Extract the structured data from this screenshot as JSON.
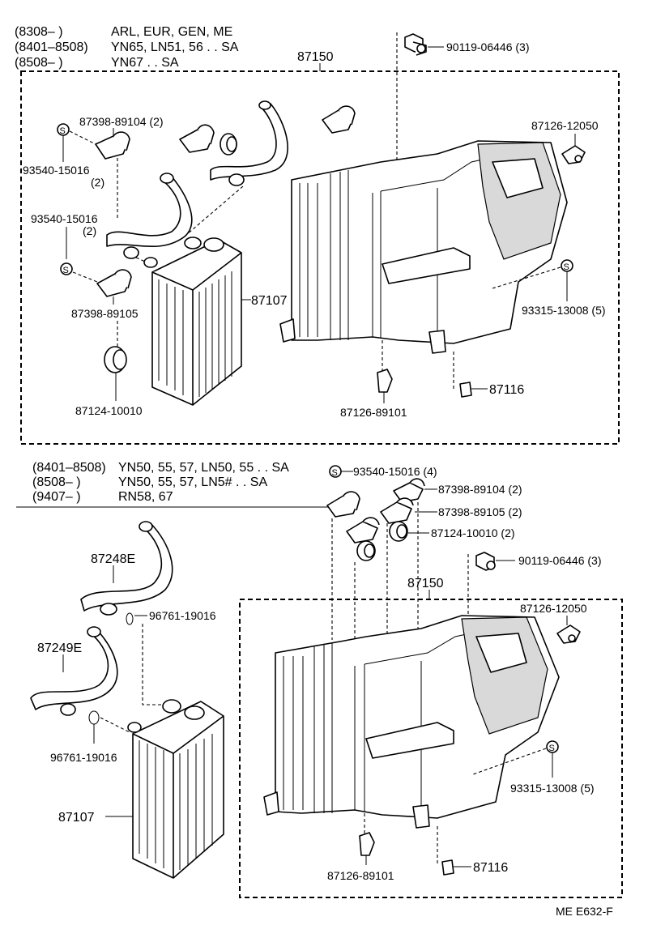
{
  "header_top": {
    "line1_code": "(8308–       )",
    "line1_text": "ARL, EUR, GEN, ME",
    "line2_code": "(8401–8508)",
    "line2_text": "YN65, LN51, 56 . . SA",
    "line3_code": "(8508–       )",
    "line3_text": "YN67 . . SA"
  },
  "header_bottom": {
    "line1_code": "(8401–8508)",
    "line1_text": "YN50, 55, 57, LN50, 55 . . SA",
    "line2_code": "(8508–       )",
    "line2_text": "YN50, 55, 57, LN5# . . SA",
    "line3_code": "(9407–       )",
    "line3_text": "RN58, 67"
  },
  "parts_top": {
    "assembly": "87150",
    "bolt": "90119-06446 (3)",
    "clamp_upper": "87398-89104 (2)",
    "clip_upper": "93540-15016",
    "clip_upper_qty": "(2)",
    "clip_lower": "93540-15016",
    "clip_lower_qty": "(2)",
    "clamp_lower": "87398-89105",
    "core": "87107",
    "grommet": "87124-10010",
    "clamp_right": "87126-12050",
    "screw": "93315-13008 (5)",
    "clip_bottom": "87126-89101",
    "damper": "87116"
  },
  "parts_bottom": {
    "assembly": "87150",
    "clip": "93540-15016 (4)",
    "clamp_a": "87398-89104 (2)",
    "clamp_b": "87398-89105 (2)",
    "grommet": "87124-10010 (2)",
    "bolt": "90119-06446 (3)",
    "hose_upper": "87248E",
    "oring_upper": "96761-19016",
    "hose_lower": "87249E",
    "oring_lower": "96761-19016",
    "core": "87107",
    "clamp_right": "87126-12050",
    "screw": "93315-13008 (5)",
    "clip_bottom": "87126-89101",
    "damper": "87116"
  },
  "s_mark": "S",
  "figure_code": "ME E632-F"
}
